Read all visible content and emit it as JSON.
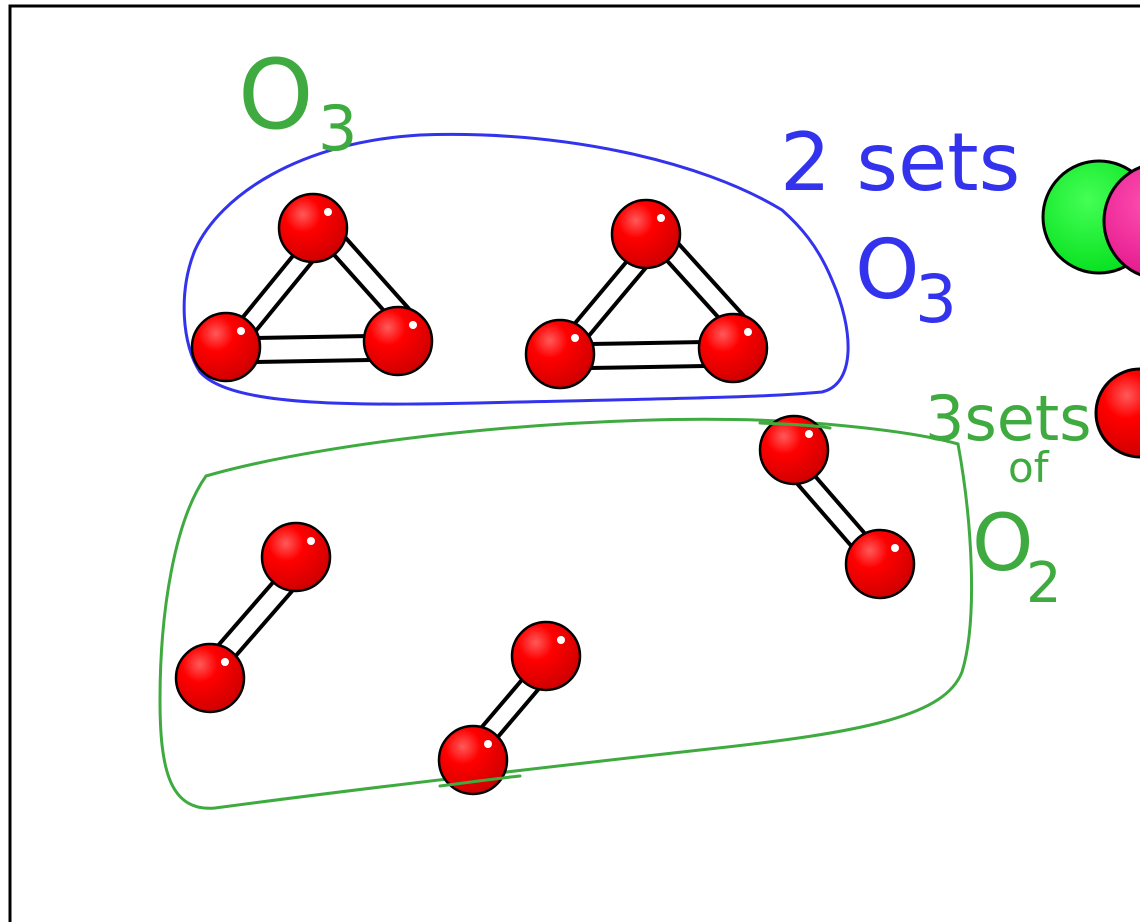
{
  "labels": {
    "o3_title": {
      "letter": "O",
      "subscript": "3"
    },
    "o3_count": "2 sets",
    "o3_formula": {
      "letter": "O",
      "subscript": "3"
    },
    "o2_count": "3sets",
    "o2_of": "of",
    "o2_formula": {
      "letter": "O",
      "subscript": "2"
    }
  },
  "colors": {
    "oxygen": "#ff0000",
    "bond": "#000000",
    "o3_group_outline": "#3333ee",
    "o2_group_outline": "#3faa3f",
    "legend_green": "#00ee22",
    "legend_magenta": "#ee1f96"
  },
  "icons": {
    "atom": "red-sphere",
    "legend": [
      "green-sphere",
      "magenta-sphere",
      "red-sphere"
    ]
  }
}
